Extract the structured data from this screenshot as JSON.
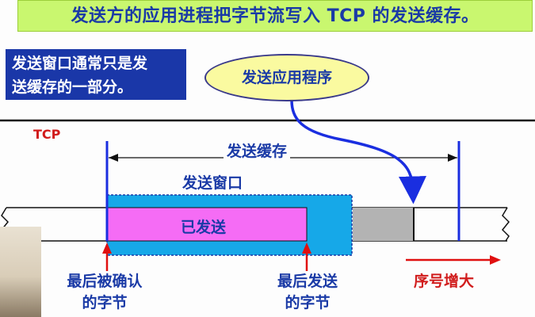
{
  "title": "发送方的应用进程把字节流写入 TCP 的发送缓存。",
  "note": {
    "line1": "发送窗口通常只是发",
    "line2": "送缓存的一部分。"
  },
  "app_process_label": "发送应用程序",
  "tcp_label": "TCP",
  "send_buffer_label": "发送缓存",
  "send_window_label": "发送窗口",
  "sent_label": "已发送",
  "last_acked_label": {
    "line1": "最后被确认",
    "line2": "的字节"
  },
  "last_sent_label": {
    "line1": "最后发送",
    "line2": "的字节"
  },
  "seq_increase_label": "序号增大",
  "colors": {
    "title_bg": "#c9f76f",
    "title_text": "#1a3aa6",
    "note_bg": "#1a37a8",
    "ellipse_bg": "#fafaa0",
    "window_bg": "#16a8e8",
    "sent_bg": "#f56cf5",
    "unsent_bg": "#b3b3b3",
    "arrow_red": "#e01010",
    "arrow_blue": "#1a2ee0"
  }
}
